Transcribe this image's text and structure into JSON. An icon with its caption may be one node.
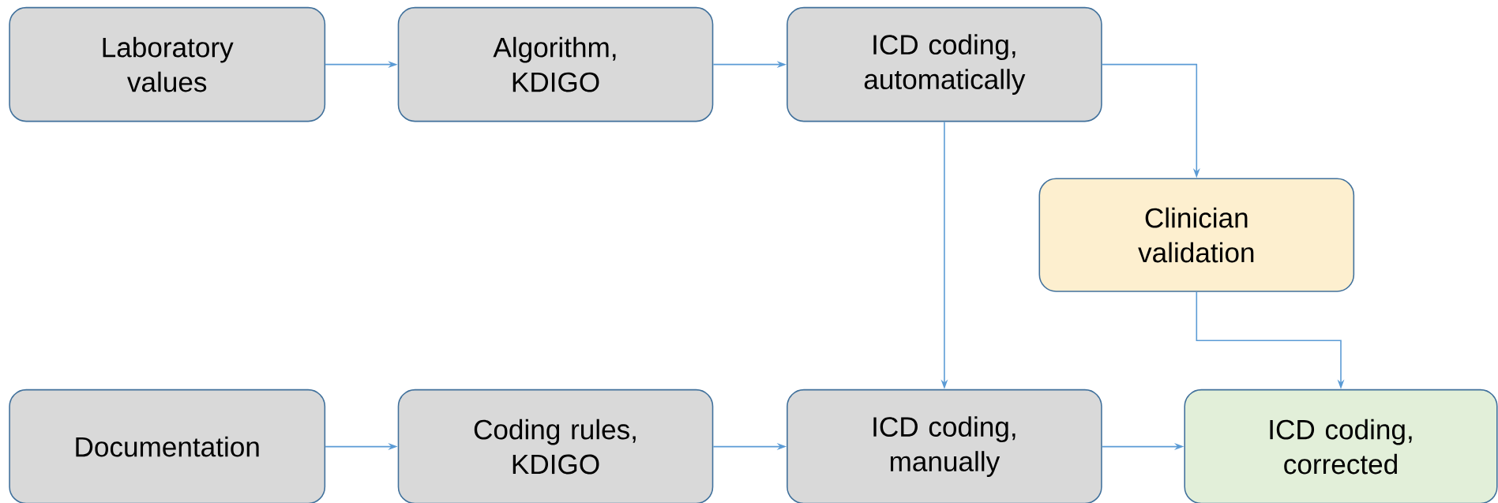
{
  "diagram": {
    "nodes": [
      {
        "text": [
          "Laboratory values"
        ]
      },
      {
        "text": [
          "Algorithm, KDIGO"
        ]
      },
      {
        "text": [
          "ICD coding, automatically"
        ]
      },
      {
        "text": [
          "Clinician validation"
        ]
      },
      {
        "text": [
          "Documentation"
        ]
      },
      {
        "text": [
          "Coding rules, KDIGO"
        ]
      },
      {
        "text": [
          "ICD coding, manually"
        ]
      },
      {
        "text": [
          "ICD coding, corrected"
        ]
      }
    ],
    "edges": [
      {
        "from": 0,
        "to": 1,
        "arrow": "to"
      },
      {
        "from": 1,
        "to": 2,
        "arrow": "to"
      },
      {
        "from": 2,
        "to": 3,
        "arrow": "to"
      },
      {
        "from": 2,
        "to": 6,
        "arrow": "to"
      },
      {
        "from": 4,
        "to": 5,
        "arrow": "to"
      },
      {
        "from": 5,
        "to": 6,
        "arrow": "to"
      },
      {
        "from": 6,
        "to": 7,
        "arrow": "to"
      },
      {
        "from": 3,
        "to": 7,
        "arrow": "to"
      }
    ]
  }
}
